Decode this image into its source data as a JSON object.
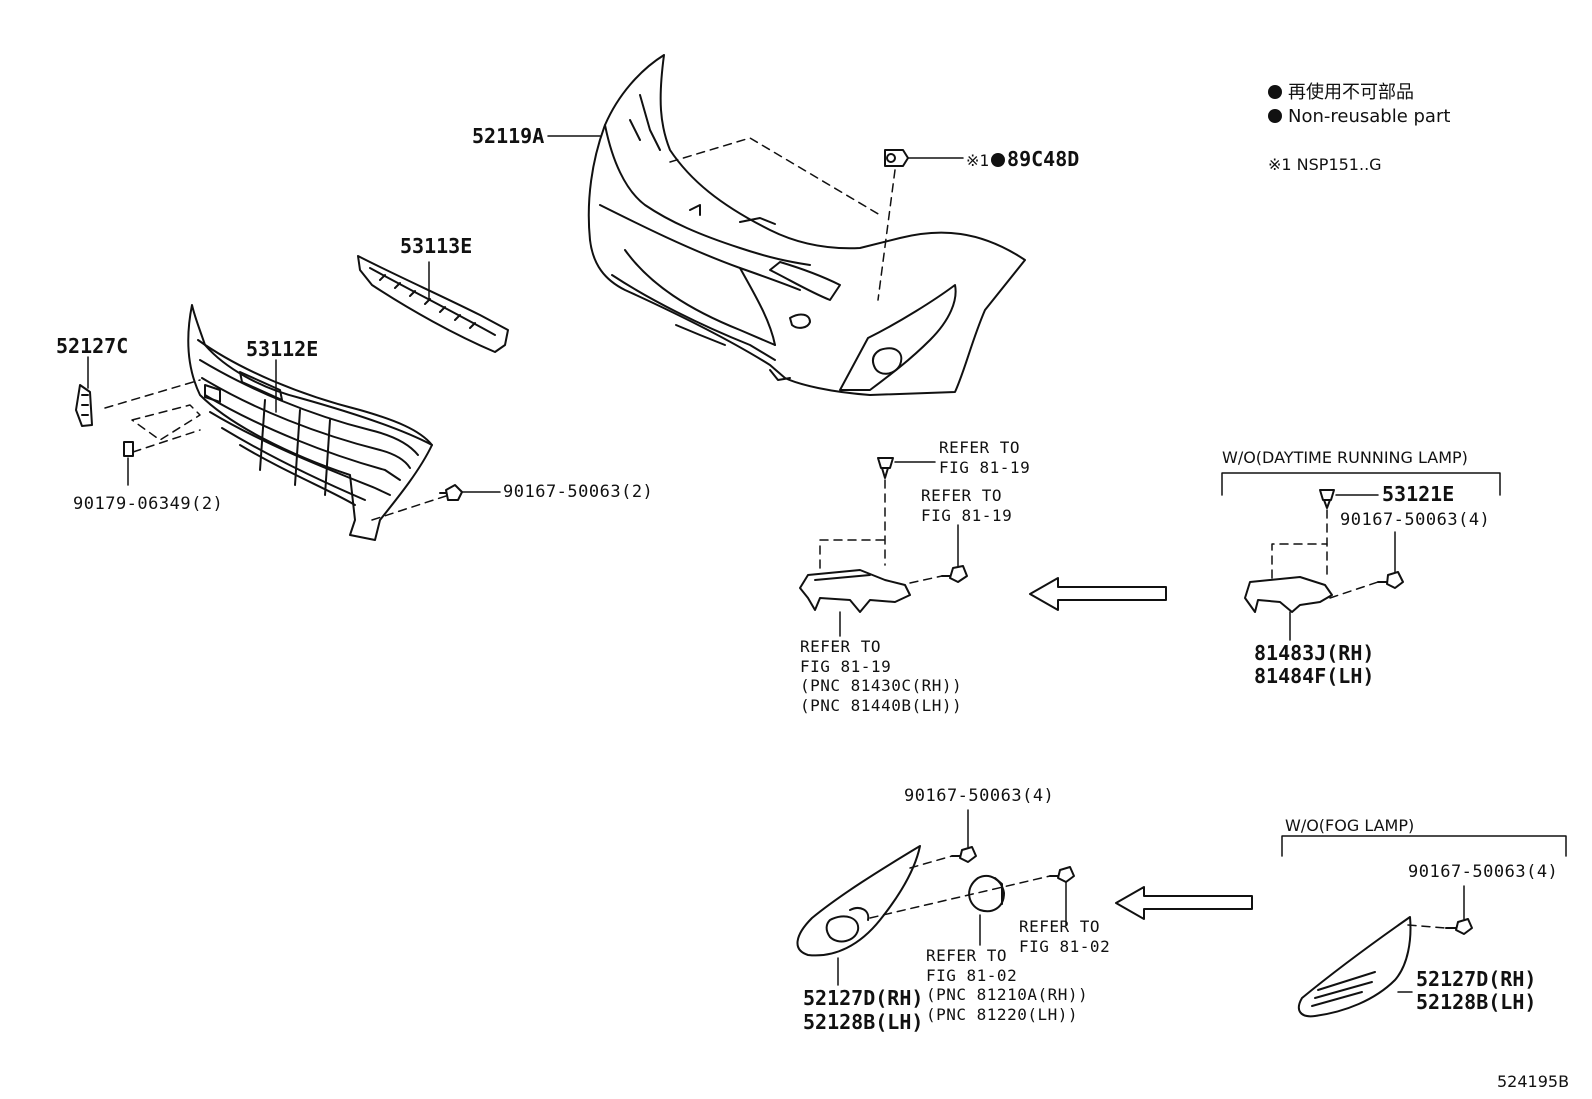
{
  "legend": {
    "jp_note": "再使用不可部品",
    "en_note": "Non-reusable part",
    "footnote": "※1 NSP151..G"
  },
  "parts": {
    "p52119A": "52119A",
    "p89C48D_prefix": "※1",
    "p89C48D": "89C48D",
    "p53113E": "53113E",
    "p52127C": "52127C",
    "p53112E": "53112E",
    "p90179": "90179-06349(2)",
    "p90167_grille": "90167-50063(2)",
    "p53121E": "53121E",
    "p90167_drl": "90167-50063(4)",
    "p81483J": "81483J(RH)",
    "p81484F": "81484F(LH)",
    "p90167_fog": "90167-50063(4)",
    "p52127D_a": "52127D(RH)",
    "p52128B_a": "52128B(LH)",
    "p90167_nofog": "90167-50063(4)",
    "p52127D_b": "52127D(RH)",
    "p52128B_b": "52128B(LH)"
  },
  "refs": {
    "ref1_l1": "REFER TO",
    "ref1_l2": "FIG 81-19",
    "ref2_l1": "REFER TO",
    "ref2_l2": "FIG 81-19",
    "ref3_l1": "REFER TO",
    "ref3_l2": "FIG 81-19",
    "ref3_l3": "(PNC 81430C(RH))",
    "ref3_l4": "(PNC 81440B(LH))",
    "ref4_l1": "REFER TO",
    "ref4_l2": "FIG 81-02",
    "ref5_l1": "REFER TO",
    "ref5_l2": "FIG 81-02",
    "ref5_l3": "(PNC 81210A(RH))",
    "ref5_l4": "(PNC 81220(LH))"
  },
  "groups": {
    "drl_title": "W/O(DAYTIME RUNNING LAMP)",
    "fog_title": "W/O(FOG LAMP)"
  },
  "figure_id": "524195B"
}
